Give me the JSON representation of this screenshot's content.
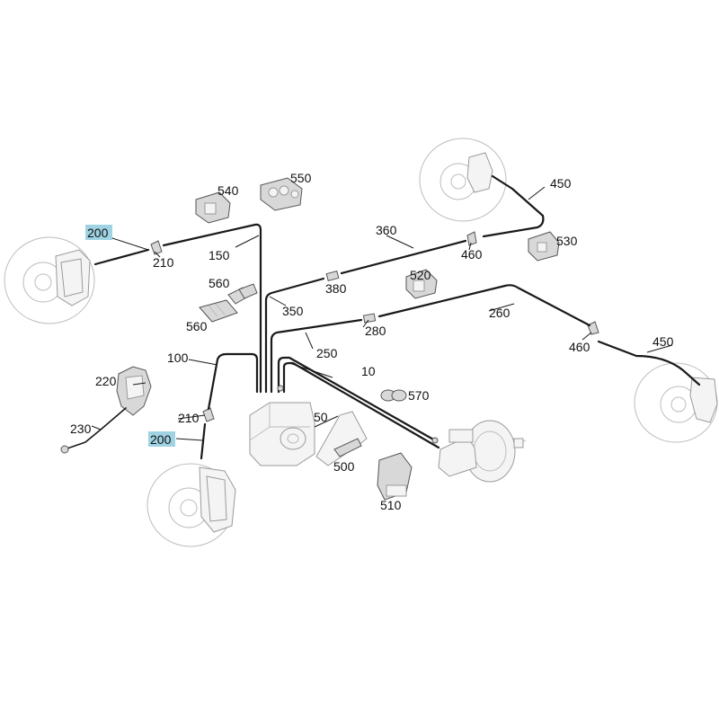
{
  "callouts": {
    "c10": "10",
    "c50": "50",
    "c100": "100",
    "c150": "150",
    "c200a": "200",
    "c200b": "200",
    "c210a": "210",
    "c210b": "210",
    "c220": "220",
    "c230": "230",
    "c250": "250",
    "c260": "260",
    "c280": "280",
    "c350": "350",
    "c360": "360",
    "c380": "380",
    "c450a": "450",
    "c450b": "450",
    "c460a": "460",
    "c460b": "460",
    "c500": "500",
    "c510": "510",
    "c520": "520",
    "c530": "530",
    "c540": "540",
    "c550": "550",
    "c560a": "560",
    "c560b": "560",
    "c570": "570"
  },
  "highlight_color": "#9fd3e3"
}
